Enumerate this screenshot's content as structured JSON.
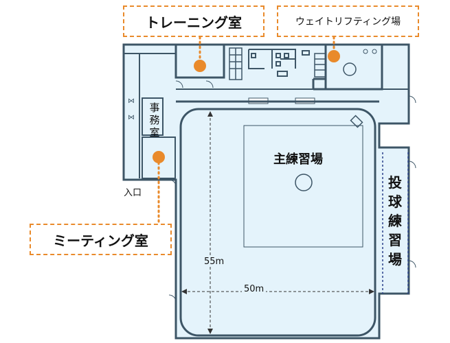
{
  "rooms": {
    "training": "トレーニング室",
    "weightlifting": "ウェイトリフティング場",
    "meeting": "ミーティング室",
    "office": "事務室",
    "main_hall": "主練習場",
    "pitching": "投球練習場",
    "entrance": "入口"
  },
  "dimensions": {
    "height": "55m",
    "width": "50m"
  },
  "colors": {
    "wall": "#3d5566",
    "floor": "#e4f3fb",
    "marker": "#e98a2b"
  }
}
